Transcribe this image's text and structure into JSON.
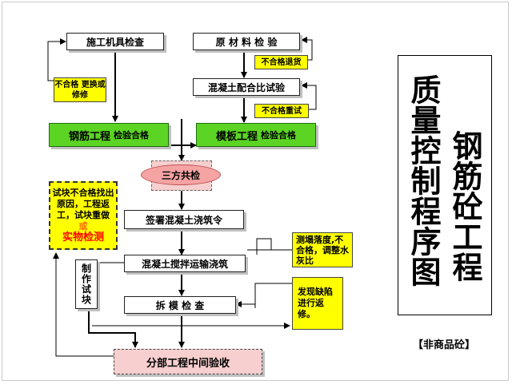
{
  "diagram": {
    "title_col1": "钢筋砼工程",
    "title_col2": "质量控制程序图",
    "subtitle": "【非商品砼】",
    "nodes": {
      "tool_check": "施工机具检查",
      "material_check": "原 材 料 检 验",
      "mix_test": "混凝土配合比试验",
      "steel_label": "钢筋工程",
      "steel_suffix": "检验合格",
      "formwork_label": "模板工程",
      "formwork_suffix": "检验合格",
      "tripartite_check": "三方共检",
      "sign_order": "签署混凝土浇筑令",
      "mix_pour": "混凝土搅拌运输浇筑",
      "make_specimen": "制作试块",
      "formwork_removal": "拆 模 检 查",
      "final_acceptance": "分部工程中间验收"
    },
    "notes": {
      "tool_fail": "不合格 更换或修修",
      "material_fail": "不合格退货",
      "mix_fail": "不合格重试",
      "specimen_fail_line1": "试块不合格找出原因，工程返工，试块重做",
      "specimen_fail_or": "或",
      "specimen_fail_line2": "实物检测",
      "slump_fail": "测塌落度,不合格，调整水 灰比",
      "defect_repair": "发现缺陷进行返修。"
    },
    "colors": {
      "green": "#5bd423",
      "yellow": "#ffff00",
      "pink": "#f7cfcf",
      "oval_pink": "#f5a3a3",
      "red_text": "#ff0000",
      "orange_text": "#ff6600"
    }
  }
}
